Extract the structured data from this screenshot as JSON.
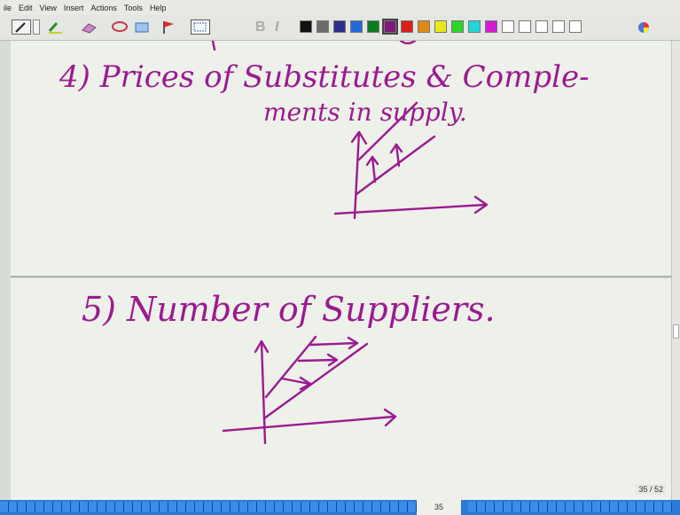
{
  "menu": [
    "ile",
    "Edit",
    "View",
    "Insert",
    "Actions",
    "Tools",
    "Help"
  ],
  "toolbar": {
    "bold_label": "B",
    "italic_label": "I",
    "colors": [
      "#111111",
      "#6b6b6b",
      "#2b2e8a",
      "#2469d8",
      "#0f7a20",
      "#7b1b7a",
      "#d8201a",
      "#e08a13",
      "#e7ea18",
      "#29d629",
      "#21d6d6",
      "#d21bd2",
      "#ffffff",
      "#ffffff",
      "#ffffff",
      "#ffffff",
      "#ffffff"
    ]
  },
  "page_top": {
    "heading_line1": "4) Prices of Substitutes & Comple-",
    "heading_line2": "ments in supply."
  },
  "page_bottom": {
    "heading": "5) Number of Suppliers."
  },
  "page_indicator": "35 / 52",
  "page_number": "35"
}
